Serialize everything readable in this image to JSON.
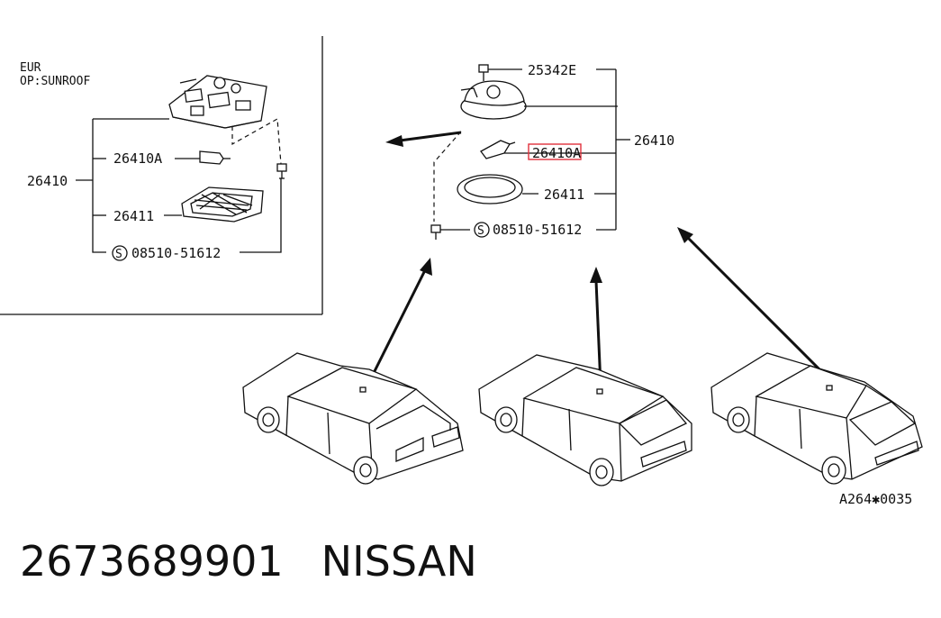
{
  "inset": {
    "region_line1": "EUR",
    "region_line2": "OP:SUNROOF",
    "assembly": "26410",
    "bulb": "26410A",
    "lens": "26411",
    "screw": "08510-51612",
    "screw_symbol": "S"
  },
  "main": {
    "bolt": "25342E",
    "assembly": "26410",
    "bulb": "26410A",
    "lens": "26411",
    "screw": "08510-51612",
    "screw_symbol": "S",
    "highlight_color": "#e0313c"
  },
  "figure_code": "A264✱0035",
  "footer": {
    "part_number": "2673689901",
    "brand": "NISSAN"
  }
}
